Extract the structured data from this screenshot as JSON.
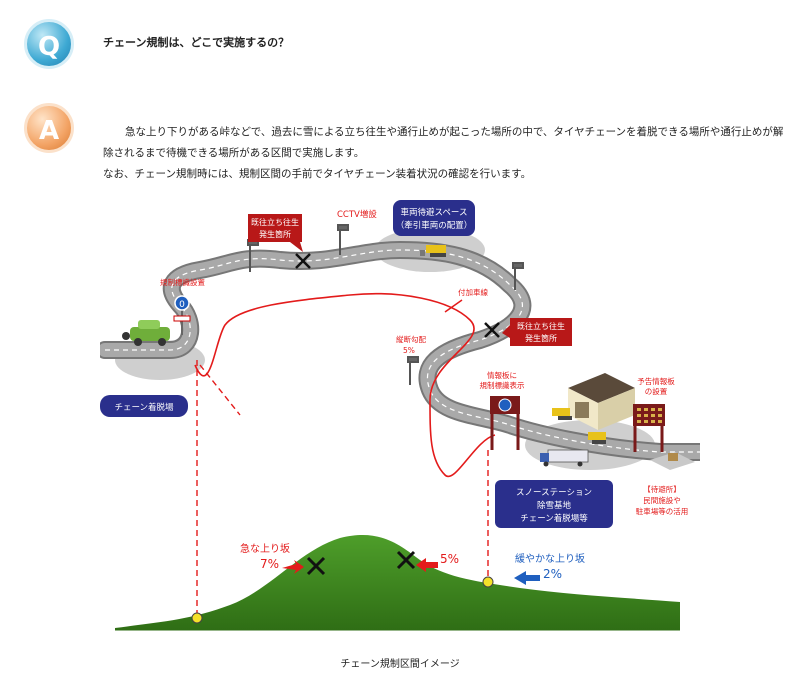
{
  "question": {
    "icon_letter": "Q",
    "text": "チェーン規制は、どこで実施するの？"
  },
  "answer": {
    "icon_letter": "A",
    "paragraph1": "急な上り下りがある峠などで、過去に雪による立ち往生や通行止めが起こった場所の中で、タイヤチェーンを着脱できる場所や通行止めが解除されるまで待機できる場所がある区間で実施します。",
    "paragraph2": "なお、チェーン規制時には、規制区間の手前でタイヤチェーン装着状況の確認を行います。"
  },
  "diagram": {
    "cctv_label": "CCTV増設",
    "stuck_point_1": [
      "既往立ち往生",
      "発生箇所"
    ],
    "waiting_space": [
      "車両待避スペース",
      "（牽引車両の配置）"
    ],
    "sign_label": "規制標識設置",
    "passing_lane": "付加車線",
    "slope_label": [
      "縦断勾配",
      "5%"
    ],
    "stuck_point_2": [
      "既往立ち往生",
      "発生箇所"
    ],
    "info_board": [
      "情報板に",
      "規制標識表示"
    ],
    "preview_board": [
      "予告情報板",
      "の設置"
    ],
    "chain_area": "チェーン着脱場",
    "snow_station": [
      "スノーステーション",
      "除雪基地",
      "チェーン着脱場等"
    ],
    "waiting_place": [
      "【待避所】",
      "民間施設や",
      "駐車場等の活用"
    ],
    "steep_label": "急な上り坂",
    "steep_value": "7%",
    "mid_value": "5%",
    "gentle_label": "緩やかな上り坂",
    "gentle_value": "2%",
    "sign_mark": "0"
  },
  "caption": "チェーン規制区間イメージ",
  "colors": {
    "accent_red": "#e31b1b",
    "callout_red": "#b81818",
    "navy_box": "#2a2f8c",
    "road_gray": "#8a8a8a",
    "hill_green": "#3f8a1f"
  }
}
